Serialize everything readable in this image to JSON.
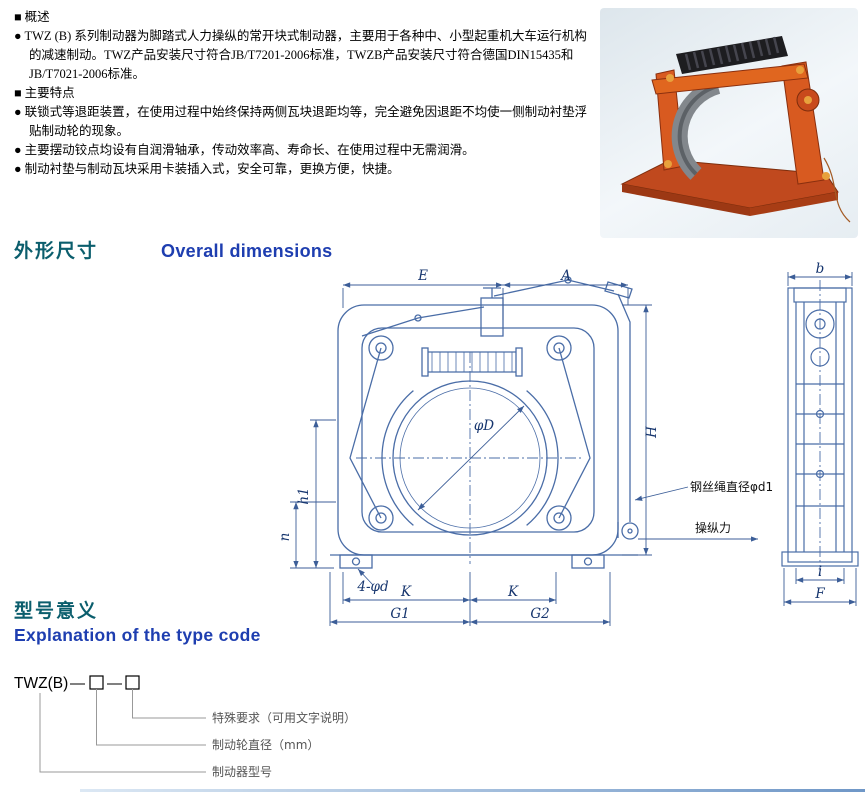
{
  "colors": {
    "heading_zh": "#0b5e6d",
    "heading_en": "#1e3eb0",
    "drawing_line": "#4a6da7",
    "product_orange": "#d2551e"
  },
  "overview": {
    "heading1": "■ 概述",
    "para1": "● TWZ (B) 系列制动器为脚踏式人力操纵的常开块式制动器，主要用于各种中、小型起重机大车运行机构的减速制动。TWZ产品安装尺寸符合JB/T7201-2006标准，TWZB产品安装尺寸符合德国DIN15435和JB/T7021-2006标准。",
    "heading2": "■ 主要特点",
    "para2": "● 联锁式等退距装置，在使用过程中始终保持两侧瓦块退距均等，完全避免因退距不均使一侧制动衬垫浮贴制动轮的现象。",
    "para3": "● 主要摆动铰点均设有自润滑轴承，传动效率高、寿命长、在使用过程中无需润滑。",
    "para4": "● 制动衬垫与制动瓦块采用卡装插入式，安全可靠，更换方便，快捷。"
  },
  "sections": {
    "dims_zh": "外形尺寸",
    "dims_en": "Overall dimensions",
    "type_zh": "型号意义",
    "type_en": "Explanation of the type code"
  },
  "drawing": {
    "dim_E": "E",
    "dim_A": "A",
    "dim_b": "b",
    "dim_H": "H",
    "dim_phiD": "φD",
    "dim_h1": "h1",
    "dim_n": "n",
    "dim_4phid": "4-φd",
    "dim_K1": "K",
    "dim_K2": "K",
    "dim_G1": "G1",
    "dim_G2": "G2",
    "dim_i": "i",
    "dim_F": "F",
    "wire_rope_label": "钢丝绳直径φd1",
    "force_label": "操纵力"
  },
  "type_code": {
    "prefix": "TWZ(B)",
    "dash1": "—",
    "dash2": "—",
    "note_special": "特殊要求（可用文字说明）",
    "note_diameter": "制动轮直径（mm）",
    "note_model": "制动器型号"
  }
}
